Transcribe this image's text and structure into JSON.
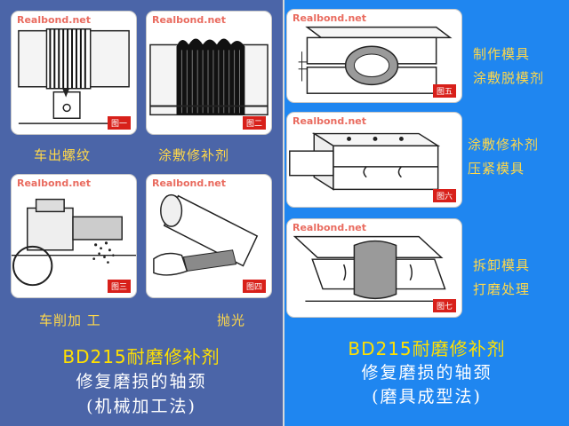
{
  "watermark": "Realbond.net",
  "left": {
    "figures": [
      {
        "tag": "图一",
        "caption": "车出螺纹"
      },
      {
        "tag": "图二",
        "caption": "涂敷修补剂"
      },
      {
        "tag": "图三",
        "caption": "车削加 工"
      },
      {
        "tag": "图四",
        "caption": "抛光"
      }
    ],
    "title": {
      "product": "BD215耐磨修补剂",
      "subtitle": "修复磨损的轴颈",
      "method": "(机械加工法)"
    }
  },
  "right": {
    "figures": [
      {
        "tag": "图五",
        "caption_lines": [
          "制作模具",
          "涂敷脱模剂"
        ]
      },
      {
        "tag": "图六",
        "caption_lines": [
          "涂敷修补剂",
          "压紧模具"
        ]
      },
      {
        "tag": "图七",
        "caption_lines": [
          "拆卸模具",
          "打磨处理"
        ]
      }
    ],
    "title": {
      "product": "BD215耐磨修补剂",
      "subtitle": "修复磨损的轴颈",
      "method": "(磨具成型法)"
    }
  },
  "colors": {
    "left_background": "#4b65a8",
    "right_background": "#1f86f0",
    "caption": "#ffd84a",
    "product_title": "#ffe000",
    "tag": "#d8201a",
    "watermark": "#e23a2a"
  }
}
